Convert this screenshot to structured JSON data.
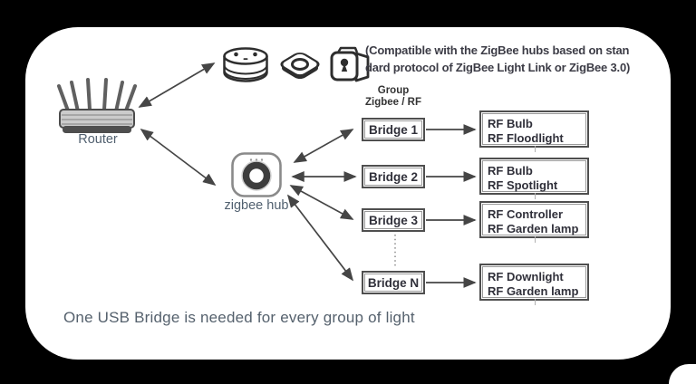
{
  "colors": {
    "background": "#000000",
    "card": "#ffffff",
    "bold_text": "#343434",
    "label_text": "#51606f",
    "box_border": "#4f4f4f",
    "arrow": "#454545"
  },
  "compatibility_note": {
    "line1": "(Compatible with the ZigBee hubs based on stan",
    "line2": "dard protocol of ZigBee Light Link or ZigBee 3.0)"
  },
  "group_header": {
    "line1": "Group",
    "line2": "Zigbee / RF"
  },
  "router": {
    "label": "Router",
    "icon": "wifi-router-icon"
  },
  "zigbee_hub": {
    "label": "zigbee hub",
    "icon": "zigbee-hub-icon"
  },
  "top_devices": [
    {
      "icon": "smart-speaker-icon"
    },
    {
      "icon": "square-zigbee-hub-icon"
    },
    {
      "icon": "cube-gateway-icon"
    }
  ],
  "bridges": [
    {
      "label": "Bridge 1",
      "devices": [
        "RF Bulb",
        "RF Floodlight"
      ]
    },
    {
      "label": "Bridge 2",
      "devices": [
        "RF Bulb",
        "RF Spotlight"
      ]
    },
    {
      "label": "Bridge 3",
      "devices": [
        "RF Controller",
        "RF Garden lamp"
      ]
    },
    {
      "label": "Bridge N",
      "devices": [
        "RF Downlight",
        "RF Garden lamp"
      ]
    }
  ],
  "caption": "One USB Bridge is needed for every group of light"
}
